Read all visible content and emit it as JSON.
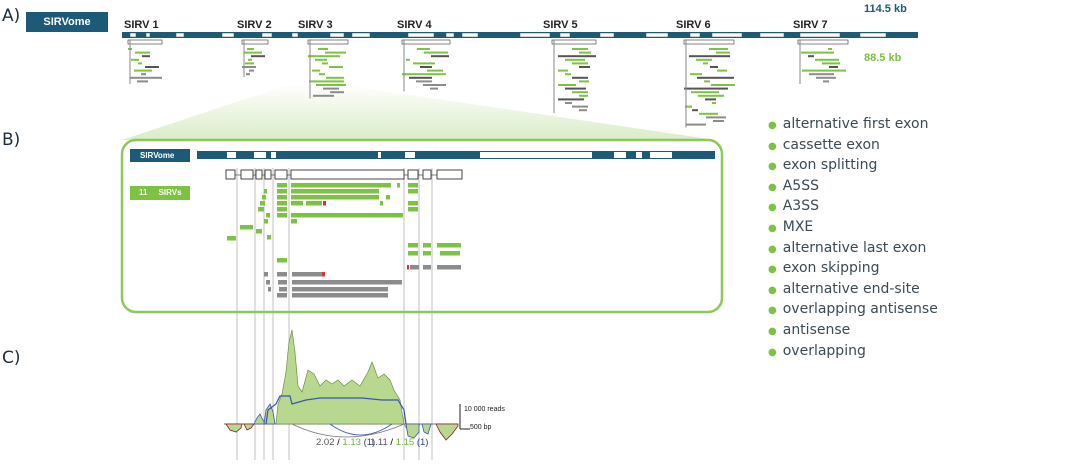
{
  "panels": {
    "a": "A)",
    "b": "B)",
    "c": "C)"
  },
  "sirvome_label": "SIRVome",
  "sirv_labels": [
    "SIRV 1",
    "SIRV 2",
    "SIRV 3",
    "SIRV 4",
    "SIRV 5",
    "SIRV 6",
    "SIRV 7"
  ],
  "size_top": "114.5 kb",
  "size_mid": "88.5 kb",
  "zoom_label_prefix": "11",
  "zoom_label_suffix": "SIRVs",
  "legend": [
    "alternative first exon",
    "cassette exon",
    "exon splitting",
    "A5SS",
    "A3SS",
    "MXE",
    "alternative last exon",
    "exon skipping",
    "alternative end-site",
    "overlapping antisense",
    "antisense",
    "overlapping"
  ],
  "scale_reads": "10 000 reads",
  "scale_bp": "500 bp",
  "ratio_left": {
    "a": "2.02",
    "b": "1.13",
    "c": "(1)"
  },
  "ratio_right": {
    "a": "1.11",
    "b": "1.15",
    "c": "(1)"
  },
  "colors": {
    "navy": "#1d5a78",
    "green": "#7dc242",
    "gray": "#8c8c8c",
    "blue": "#3a55b4",
    "red": "#d9323a"
  }
}
